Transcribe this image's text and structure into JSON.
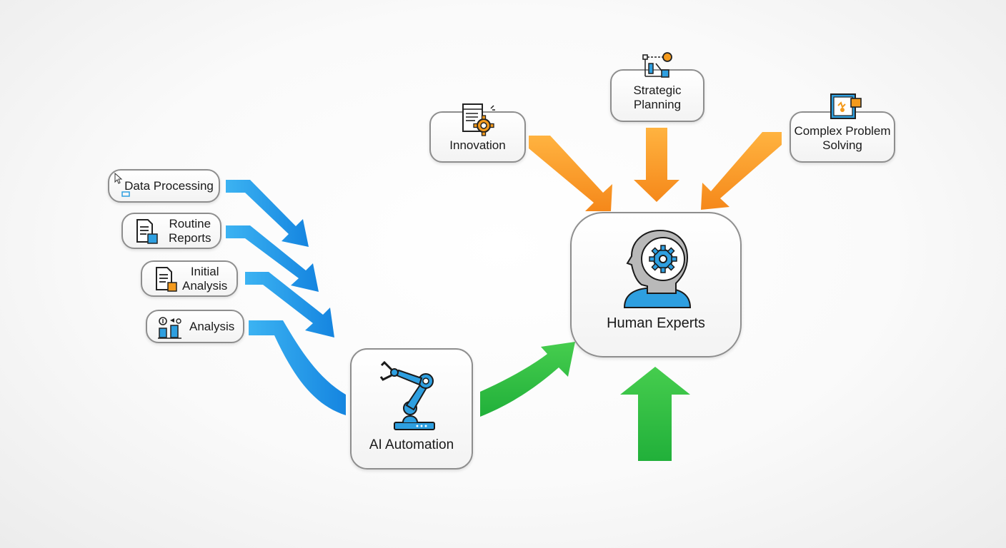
{
  "nodes": {
    "data_processing": "Data Processing",
    "routine_reports": "Routine\nReports",
    "initial_analysis": "Initial\nAnalysis",
    "analysis": "Analysis",
    "ai_automation": "AI Automation",
    "human_experts": "Human Experts",
    "innovation": "Innovation",
    "strategic_planning": "Strategic\nPlanning",
    "complex_problem_solving": "Complex Problem\nSolving"
  },
  "colors": {
    "input_arrows": "#1f9be8",
    "ai_to_human_arrows": "#2fb93a",
    "skill_arrows": "#f7941d",
    "icon_blue": "#2e9fe0",
    "icon_orange": "#f49a1c",
    "node_border": "#8e8e8e"
  },
  "icons": {
    "data_processing": "cursor-icon",
    "routine_reports": "report-document-icon",
    "initial_analysis": "analysis-document-icon",
    "analysis": "bar-chart-icon",
    "ai_automation": "robot-arm-icon",
    "human_experts": "head-with-gear-icon",
    "innovation": "document-gear-icon",
    "strategic_planning": "flowchart-icon",
    "complex_problem_solving": "puzzle-board-icon"
  }
}
